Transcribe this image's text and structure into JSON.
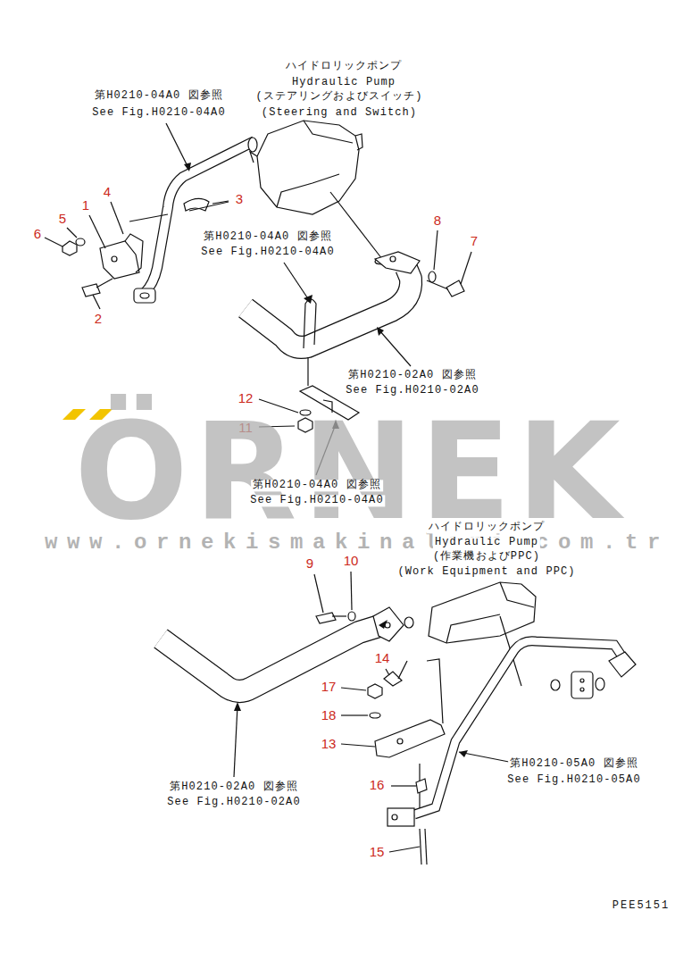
{
  "diagram": {
    "labels": [
      "ハイドロリックポンプ",
      "Hydraulic Pump",
      "(ステアリングおよびスイッチ)",
      "(Steering and Switch)",
      "第H0210-04A0 図参照",
      "See Fig.H0210-04A0",
      "4",
      "1",
      "3",
      "5",
      "6",
      "2",
      "8",
      "7",
      "第H0210-04A0 図参照",
      "See Fig.H0210-04A0",
      "第H0210-02A0 図参照",
      "See Fig.H0210-02A0",
      "12",
      "11",
      "ÖRNEK",
      "第H0210-04A0 図参照",
      "See Fig.H0210-04A0",
      "www.ornekismakinalari.com.tr",
      "ハイドロリックポンプ",
      "Hydraulic Pump",
      "(作業機およびPPC)",
      "(Work Equipment and PPC)",
      "9",
      "10",
      "14",
      "17",
      "18",
      "13",
      "第H0210-05A0 図参照",
      "See Fig.H0210-05A0",
      "16",
      "第H0210-02A0 図参照",
      "See Fig.H0210-02A0",
      "15",
      "PEE5151"
    ]
  }
}
